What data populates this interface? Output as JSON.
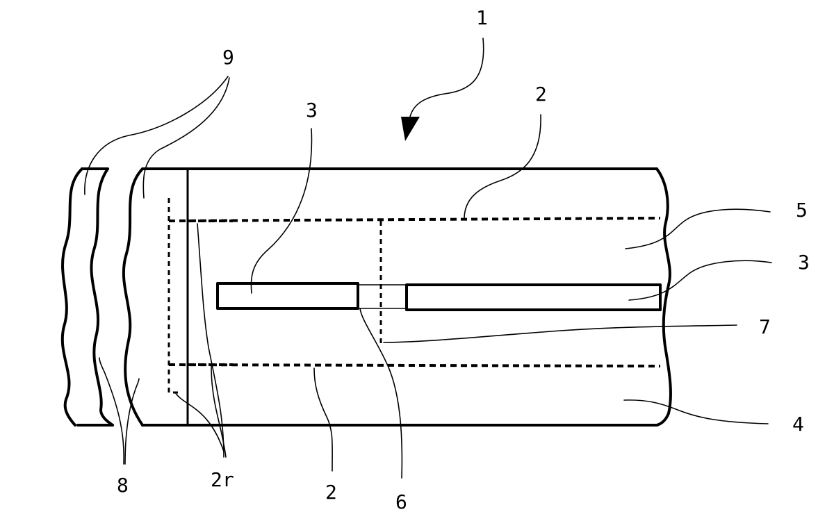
{
  "labels": {
    "ref_1": "1",
    "ref_9": "9",
    "ref_3_top": "3",
    "ref_2_top": "2",
    "ref_5": "5",
    "ref_3_right": "3",
    "ref_7": "7",
    "ref_4": "4",
    "ref_8": "8",
    "ref_2r": "2r",
    "ref_2_bottom": "2",
    "ref_6": "6"
  }
}
